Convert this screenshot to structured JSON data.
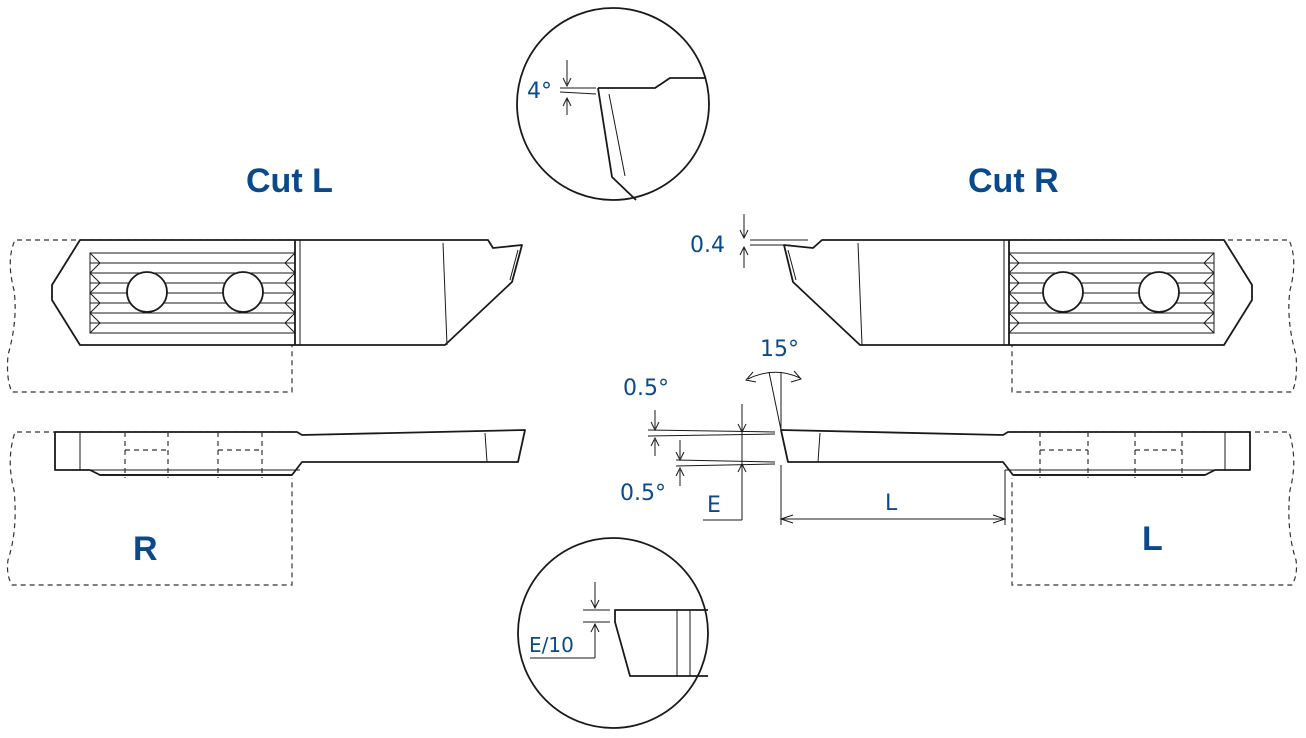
{
  "labels": {
    "cut_left": "Cut L",
    "cut_right": "Cut R",
    "hand_right": "R",
    "hand_left": "L"
  },
  "dimensions": {
    "top_detail_angle": "4°",
    "land_height": "0.4",
    "side_clearance": "15°",
    "upper_taper": "0.5°",
    "lower_taper": "0.5°",
    "width": "E",
    "length": "L",
    "bottom_detail_offset": "E/10"
  },
  "colors": {
    "annotation": "#0a4a8c",
    "line": "#1a1a1a"
  }
}
